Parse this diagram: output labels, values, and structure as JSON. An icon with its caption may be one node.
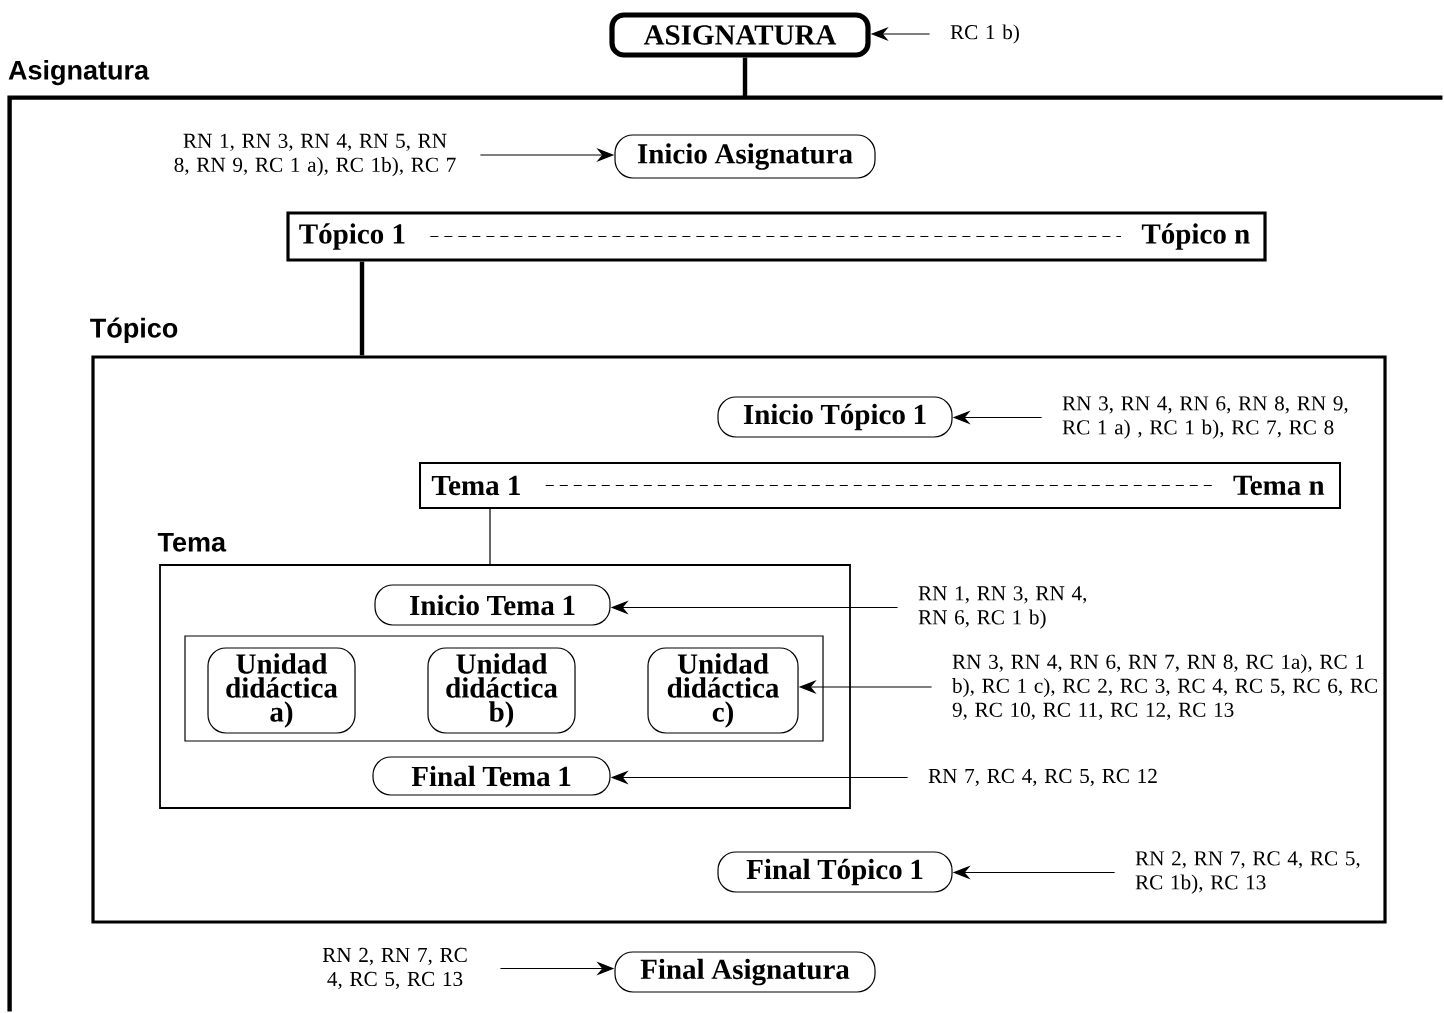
{
  "diagram": {
    "nodes": [
      {
        "text": [
          "ASIGNATURA"
        ]
      },
      {
        "text": [
          "Asignatura"
        ]
      },
      {
        "text": [
          "RC 1 b)"
        ]
      },
      {
        "text": [
          "Inicio Asignatura"
        ],
        "in": 1
      },
      {
        "text": [
          "RN 1, RN 3, RN 4, RN 5, RN 8, RN 9, RC 1 a), RC 1b), RC 7"
        ],
        "in": 1
      },
      {
        "text": [
          "Tópico 1",
          "Tópico n"
        ],
        "in": 1
      },
      {
        "text": [
          "Tópico"
        ],
        "in": 1
      },
      {
        "text": [
          "Inicio Tópico 1"
        ],
        "in": 6
      },
      {
        "text": [
          "RN 3, RN 4, RN 6, RN 8, RN 9, RC 1 a) , RC 1 b), RC 7, RC 8"
        ],
        "in": 6
      },
      {
        "text": [
          "Tema 1",
          "Tema n"
        ],
        "in": 6
      },
      {
        "text": [
          "Tema"
        ],
        "in": 6
      },
      {
        "text": [
          "Inicio Tema 1"
        ],
        "in": 10
      },
      {
        "text": [
          "RN 1, RN 3, RN 4, RN 6, RC 1 b)"
        ],
        "in": 6
      },
      {
        "text": [],
        "shape": "box",
        "in": 10
      },
      {
        "text": [
          "Unidad didáctica a)"
        ],
        "in": 13
      },
      {
        "text": [
          "Unidad didáctica b)"
        ],
        "in": 13
      },
      {
        "text": [
          "Unidad didáctica c)"
        ],
        "in": 13
      },
      {
        "text": [
          "RN 3, RN 4, RN 6, RN 7, RN 8, RC 1a), RC 1 b), RC 1 c), RC 2, RC 3, RC 4, RC 5, RC 6, RC 9, RC 10, RC 11, RC 12, RC 13"
        ],
        "in": 6
      },
      {
        "text": [
          "Final Tema 1"
        ],
        "in": 10
      },
      {
        "text": [
          "RN 7, RC 4, RC 5, RC 12"
        ],
        "in": 6
      },
      {
        "text": [
          "Final Tópico 1"
        ],
        "in": 6
      },
      {
        "text": [
          "RN 2, RN 7, RC 4, RC 5, RC 1b), RC 13"
        ],
        "in": 6
      },
      {
        "text": [
          "RN 2, RN 7, RC 4, RC 5, RC 13"
        ],
        "in": 1
      },
      {
        "text": [
          "Final Asignatura"
        ],
        "in": 1
      }
    ],
    "edges": [
      {
        "from": 2,
        "to": 0,
        "arrow": "to"
      },
      {
        "from": 0,
        "to": 1,
        "arrow": "none",
        "style": "thick"
      },
      {
        "from": 4,
        "to": 3,
        "arrow": "to"
      },
      {
        "from": 5,
        "to": 6,
        "arrow": "none",
        "style": "thick"
      },
      {
        "from": 8,
        "to": 7,
        "arrow": "to"
      },
      {
        "from": 9,
        "to": 10,
        "arrow": "none"
      },
      {
        "from": 12,
        "to": 11,
        "arrow": "to"
      },
      {
        "from": 17,
        "to": 16,
        "arrow": "to"
      },
      {
        "from": 19,
        "to": 18,
        "arrow": "to"
      },
      {
        "from": 21,
        "to": 20,
        "arrow": "to"
      },
      {
        "from": 22,
        "to": 23,
        "arrow": "to"
      }
    ]
  }
}
